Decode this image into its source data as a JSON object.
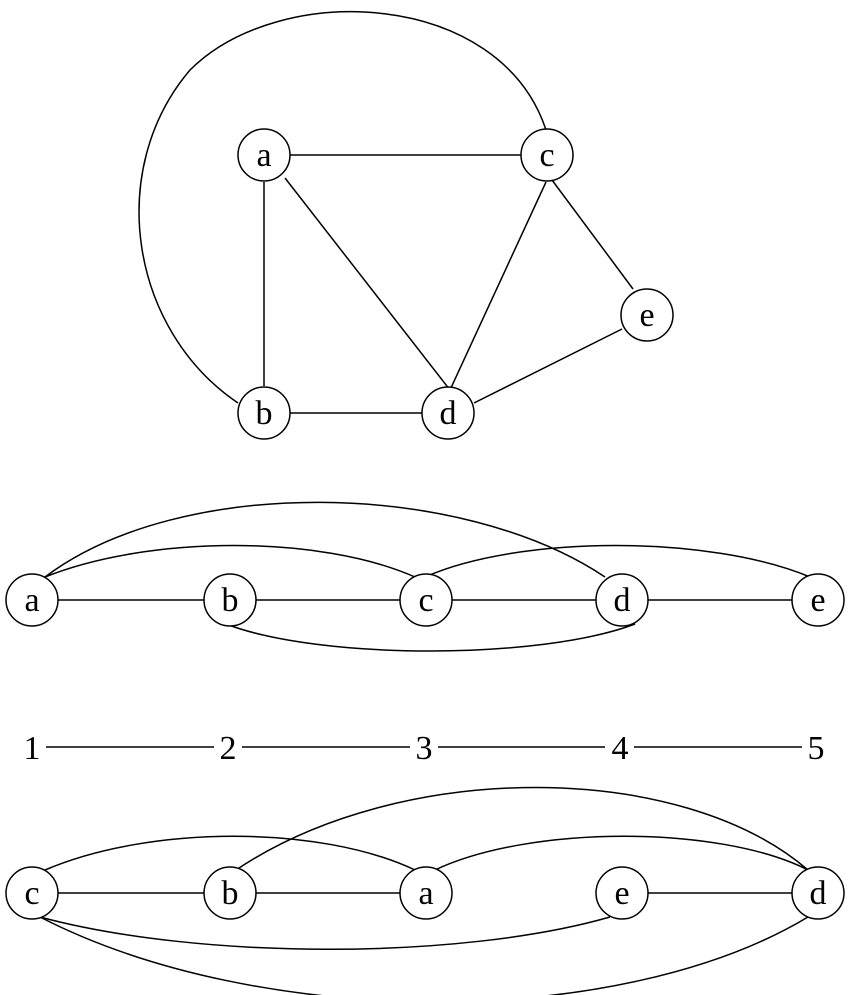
{
  "stroke_color": "#000000",
  "background_color": "#ffffff",
  "graph_top": {
    "nodes": [
      {
        "id": "a",
        "label": "a"
      },
      {
        "id": "b",
        "label": "b"
      },
      {
        "id": "c",
        "label": "c"
      },
      {
        "id": "d",
        "label": "d"
      },
      {
        "id": "e",
        "label": "e"
      }
    ],
    "edges": [
      [
        "a",
        "c"
      ],
      [
        "a",
        "b"
      ],
      [
        "a",
        "d"
      ],
      [
        "b",
        "d"
      ],
      [
        "c",
        "d"
      ],
      [
        "c",
        "e"
      ],
      [
        "d",
        "e"
      ],
      [
        "b",
        "c"
      ]
    ]
  },
  "layout_middle": {
    "order": [
      "a",
      "b",
      "c",
      "d",
      "e"
    ],
    "edges": [
      [
        "a",
        "b"
      ],
      [
        "b",
        "c"
      ],
      [
        "c",
        "d"
      ],
      [
        "d",
        "e"
      ],
      [
        "a",
        "c"
      ],
      [
        "a",
        "d"
      ],
      [
        "b",
        "d"
      ],
      [
        "c",
        "e"
      ]
    ]
  },
  "position_numbers": [
    "1",
    "2",
    "3",
    "4",
    "5"
  ],
  "layout_bottom": {
    "order": [
      "c",
      "b",
      "a",
      "e",
      "d"
    ],
    "edges": [
      [
        "c",
        "b"
      ],
      [
        "b",
        "a"
      ],
      [
        "e",
        "d"
      ],
      [
        "c",
        "a"
      ],
      [
        "a",
        "d"
      ],
      [
        "b",
        "d"
      ],
      [
        "c",
        "e"
      ],
      [
        "c",
        "d"
      ]
    ]
  }
}
